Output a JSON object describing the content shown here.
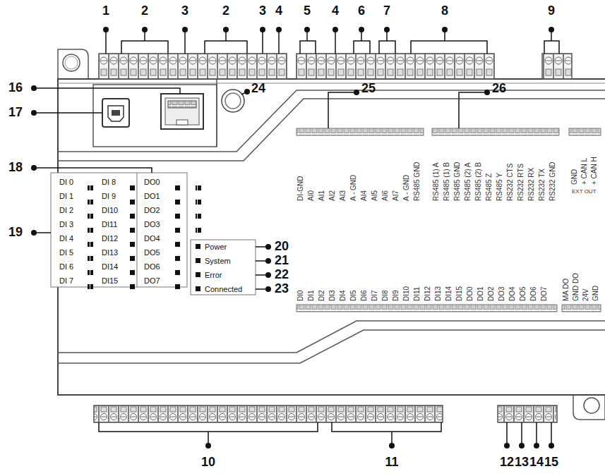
{
  "diagram": {
    "labels": [
      "1",
      "2",
      "3",
      "2",
      "3",
      "4",
      "5",
      "4",
      "6",
      "7",
      "8",
      "9",
      "16",
      "17",
      "18",
      "19",
      "24",
      "25",
      "26",
      "DI 0",
      "DI 1",
      "DI 2",
      "DI 3",
      "DI 4",
      "DI 5",
      "DI 6",
      "DI 7",
      "DI 8",
      "DI 9",
      "DI10",
      "DI11",
      "DI12",
      "DI13",
      "DI14",
      "DI15",
      "DO0",
      "DO1",
      "DO2",
      "DO3",
      "DO4",
      "DO5",
      "DO6",
      "DO7",
      "Power",
      "System",
      "Error",
      "Connected",
      "20",
      "21",
      "22",
      "23",
      "DI-GND",
      "AI0",
      "AI1",
      "AI2",
      "AI3",
      "A - GND",
      "AI4",
      "AI5",
      "AI6",
      "AI7",
      "A - GND",
      "RS485 GND",
      "RS485 (1) A",
      "RS485 (1) B",
      "RS485 GND",
      "RS485 (2) A",
      "RS485 (2) B",
      "RS485 Z",
      "RS485 Y",
      "RS232 CTS",
      "RS232 RTS",
      "RS232 RX",
      "RS232 TX",
      "RS232 GND",
      "GND",
      "+ CAN L",
      "+ CAN H",
      "EXT OUT",
      "DI0",
      "DI1",
      "DI2",
      "DI3",
      "DI4",
      "DI5",
      "DI6",
      "DI7",
      "DI8",
      "DI9",
      "DI10",
      "DI11",
      "DI12",
      "DI13",
      "DI14",
      "DI15",
      "DO0",
      "DO1",
      "DO2",
      "DO3",
      "DO4",
      "DO5",
      "DO6",
      "DO7",
      "MA DO",
      "GND DO",
      "24V",
      "GND",
      "10",
      "11",
      "12",
      "13",
      "14",
      "15"
    ]
  }
}
